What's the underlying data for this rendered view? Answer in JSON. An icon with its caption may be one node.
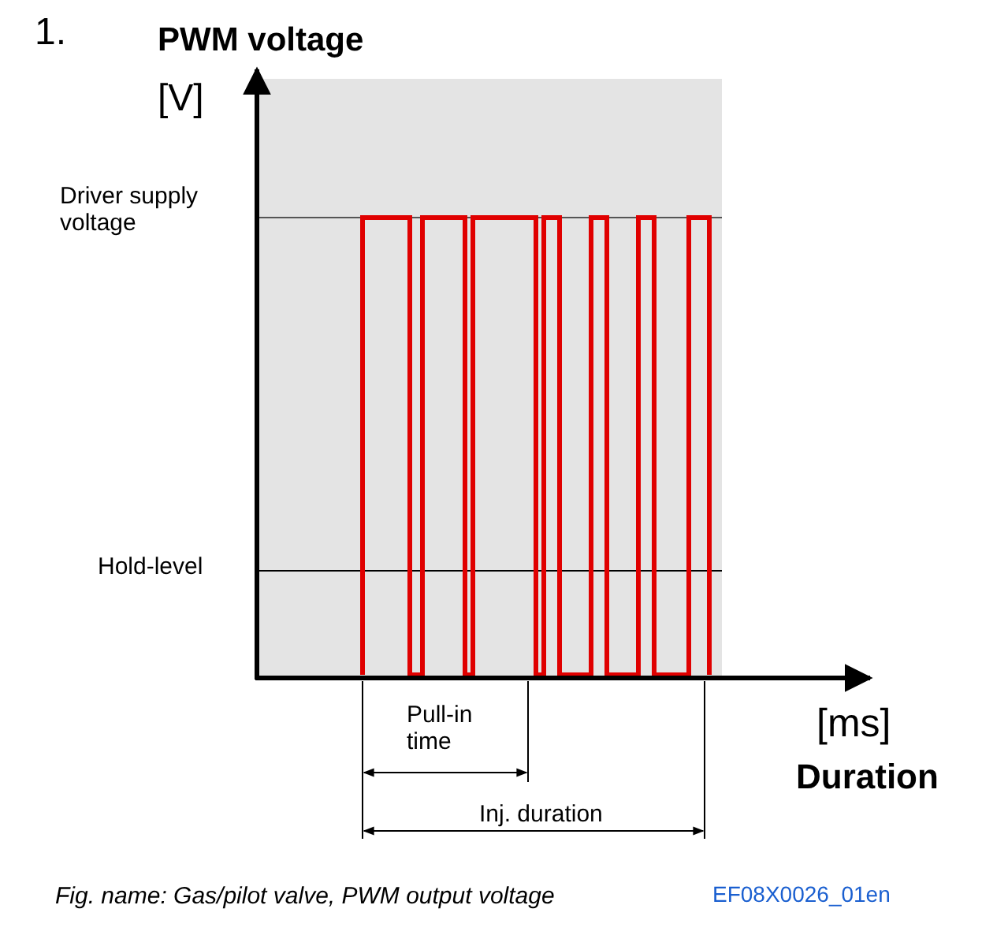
{
  "diagram": {
    "caption": "Fig. name: Gas/pilot valve, PWM output voltage",
    "labels": [
      "1.",
      "PWM voltage",
      "[V]",
      "Driver supply voltage",
      "Hold-level",
      "[ms]",
      "Duration",
      "Pull-in time",
      "Inj. duration",
      "EF08X0026_01en"
    ]
  }
}
